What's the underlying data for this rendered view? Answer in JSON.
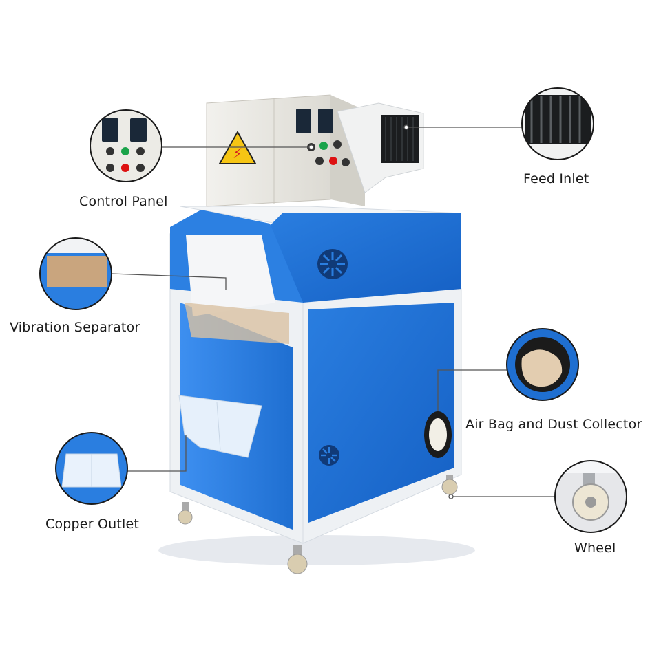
{
  "callouts": {
    "control_panel": "Control Panel",
    "vibration_separator": "Vibration Separator",
    "copper_outlet": "Copper Outlet",
    "feed_inlet": "Feed Inlet",
    "air_bag_dust_collector": "Air Bag and Dust Collector",
    "wheel": "Wheel"
  },
  "colors": {
    "machine_blue": "#1f6fd1",
    "machine_white": "#eef1f4",
    "panel_beige": "#ecebe6",
    "leader_line": "#555555"
  }
}
